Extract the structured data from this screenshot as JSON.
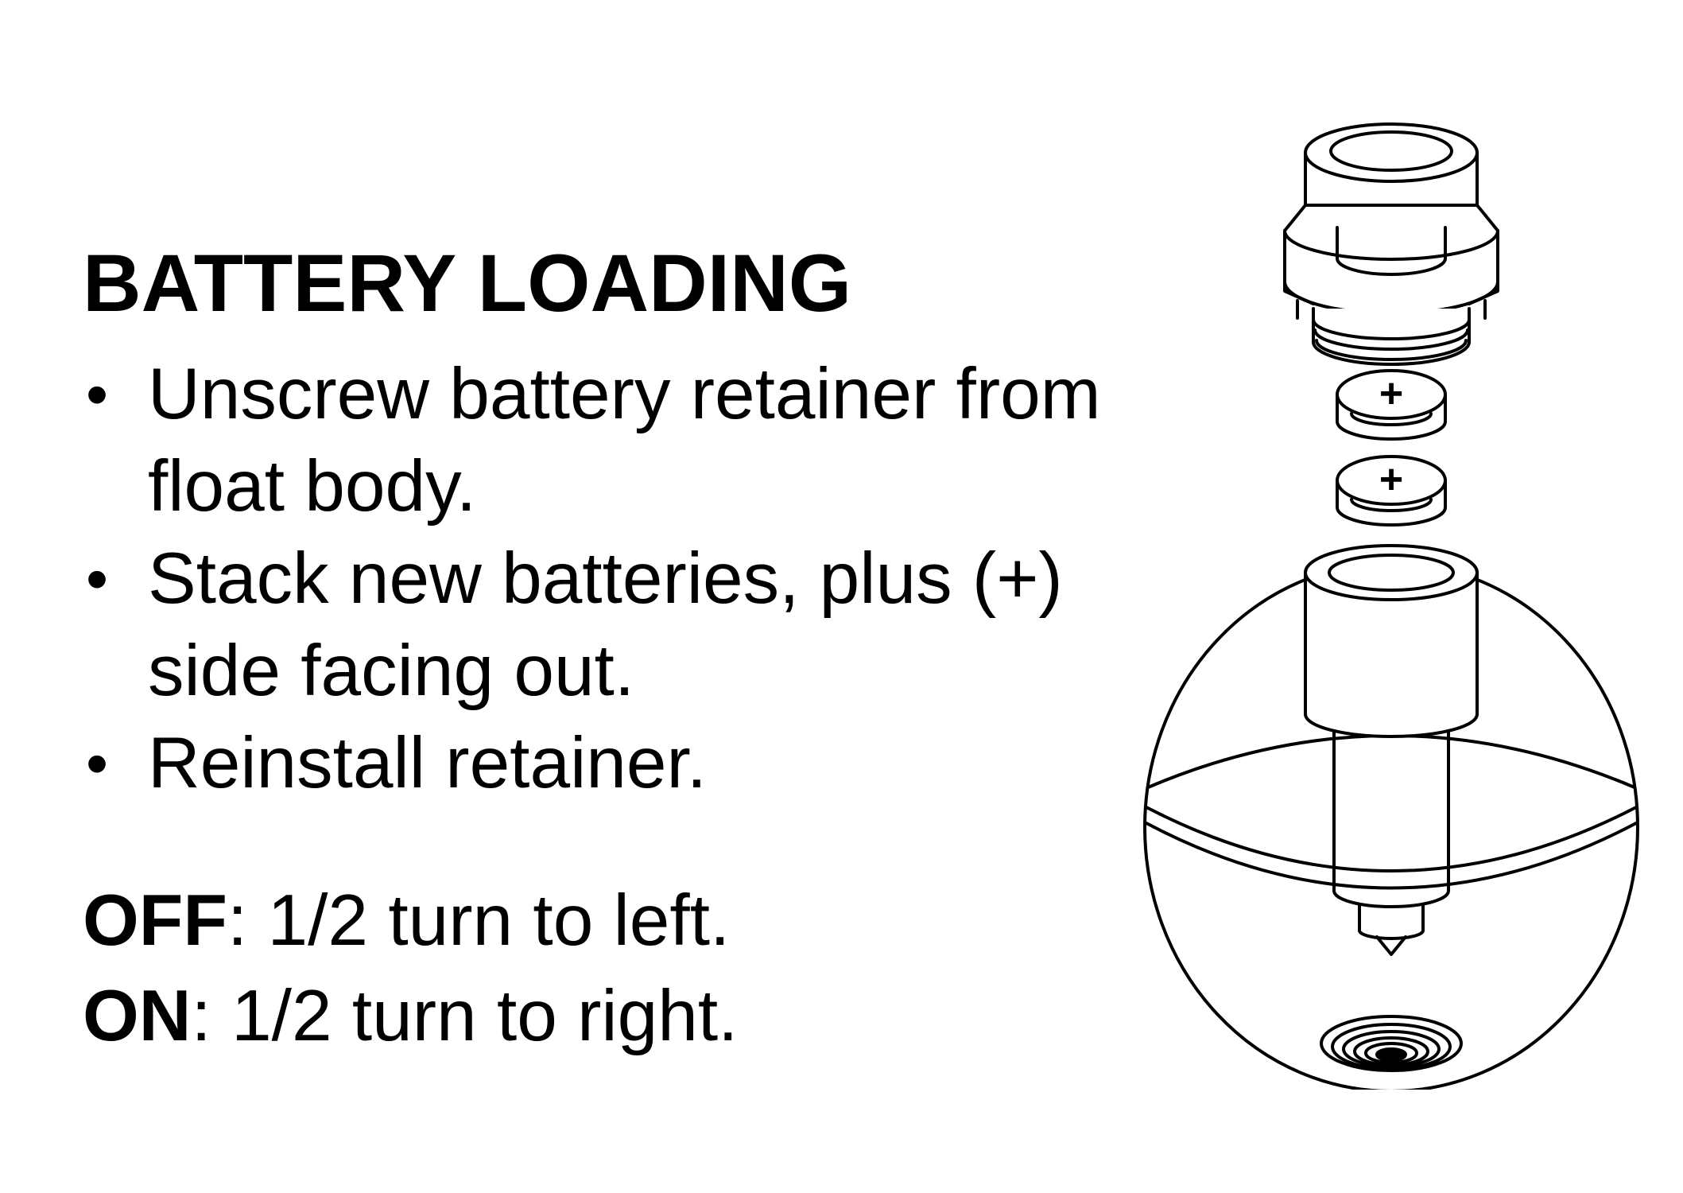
{
  "title": "BATTERY LOADING",
  "steps": [
    "Unscrew battery retainer from float body.",
    "Stack new batteries, plus (+) side facing out.",
    "Reinstall retainer."
  ],
  "bullet_char": "•",
  "switch": {
    "off_label": "OFF",
    "off_text": ": 1/2 turn to left.",
    "on_label": "ON",
    "on_text": ": 1/2 turn to right."
  },
  "illustration": {
    "battery_symbol": "+"
  }
}
